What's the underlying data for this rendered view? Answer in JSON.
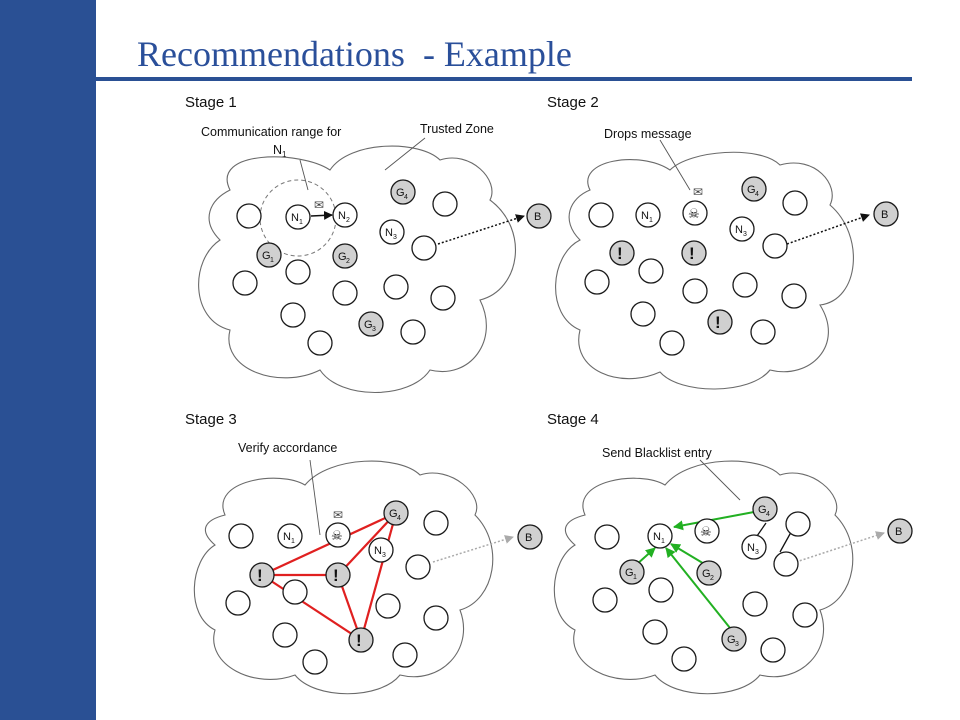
{
  "slide": {
    "title": "Recommendations  - Example"
  },
  "stages": {
    "s1": {
      "label": "Stage 1",
      "ann1": "Communication range for",
      "ann1_node": "N",
      "ann1_sub": "1",
      "ann2": "Trusted Zone"
    },
    "s2": {
      "label": "Stage 2",
      "ann1": "Drops message"
    },
    "s3": {
      "label": "Stage 3",
      "ann1": "Verify accordance"
    },
    "s4": {
      "label": "Stage 4",
      "ann1": "Send Blacklist entry"
    }
  },
  "nodes": {
    "N1": {
      "letter": "N",
      "sub": "1"
    },
    "N2": {
      "letter": "N",
      "sub": "2"
    },
    "N3": {
      "letter": "N",
      "sub": "3"
    },
    "G1": {
      "letter": "G",
      "sub": "1"
    },
    "G2": {
      "letter": "G",
      "sub": "2"
    },
    "G3": {
      "letter": "G",
      "sub": "3"
    },
    "G4": {
      "letter": "G",
      "sub": "4"
    },
    "B": {
      "letter": "B"
    },
    "alert": "!",
    "malicious_glyph": "☠",
    "message_glyph": "✉"
  },
  "colors": {
    "accent_blue": "#2a5094",
    "title_blue": "#2a4f9a",
    "verify_red": "#e02020",
    "blacklist_green": "#22b022",
    "guard_gray": "#d0d0d0"
  }
}
